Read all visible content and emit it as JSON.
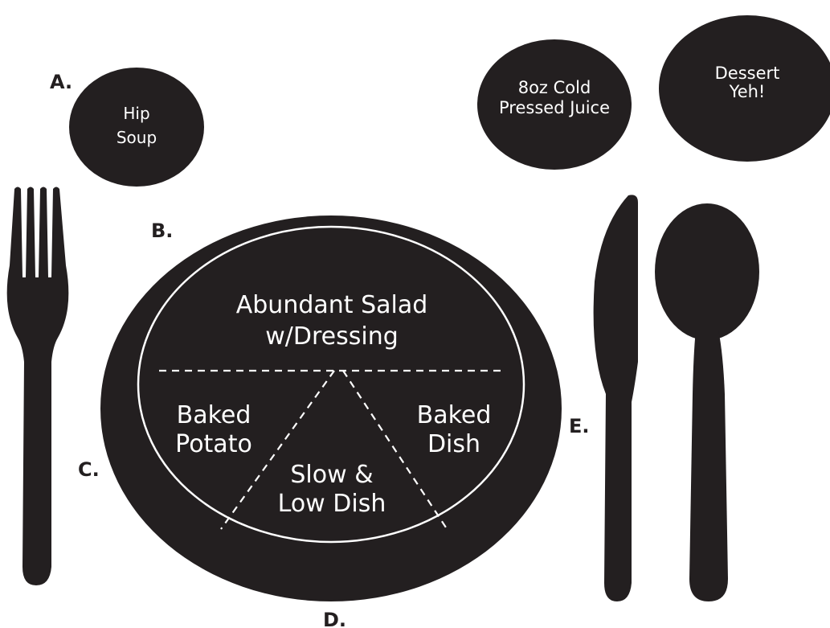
{
  "colors": {
    "shape": "#231f20",
    "text_on_shape": "#ffffff",
    "background": "#ffffff"
  },
  "letters": {
    "a": "A.",
    "b": "B.",
    "c": "C.",
    "d": "D.",
    "e": "E."
  },
  "soup": {
    "line1": "Hip",
    "line2": "Soup"
  },
  "juice": {
    "line1": "8oz Cold",
    "line2": "Pressed Juice"
  },
  "dessert": {
    "line1": "Dessert",
    "line2": "Yeh!"
  },
  "plate": {
    "salad": {
      "line1": "Abundant Salad",
      "line2": "w/Dressing"
    },
    "potato": {
      "line1": "Baked",
      "line2": "Potato"
    },
    "baked_dish": {
      "line1": "Baked",
      "line2": "Dish"
    },
    "slow_low": {
      "line1": "Slow &",
      "line2": "Low Dish"
    }
  },
  "icons": {
    "fork": "fork-icon",
    "knife": "knife-icon",
    "spoon": "spoon-icon"
  }
}
